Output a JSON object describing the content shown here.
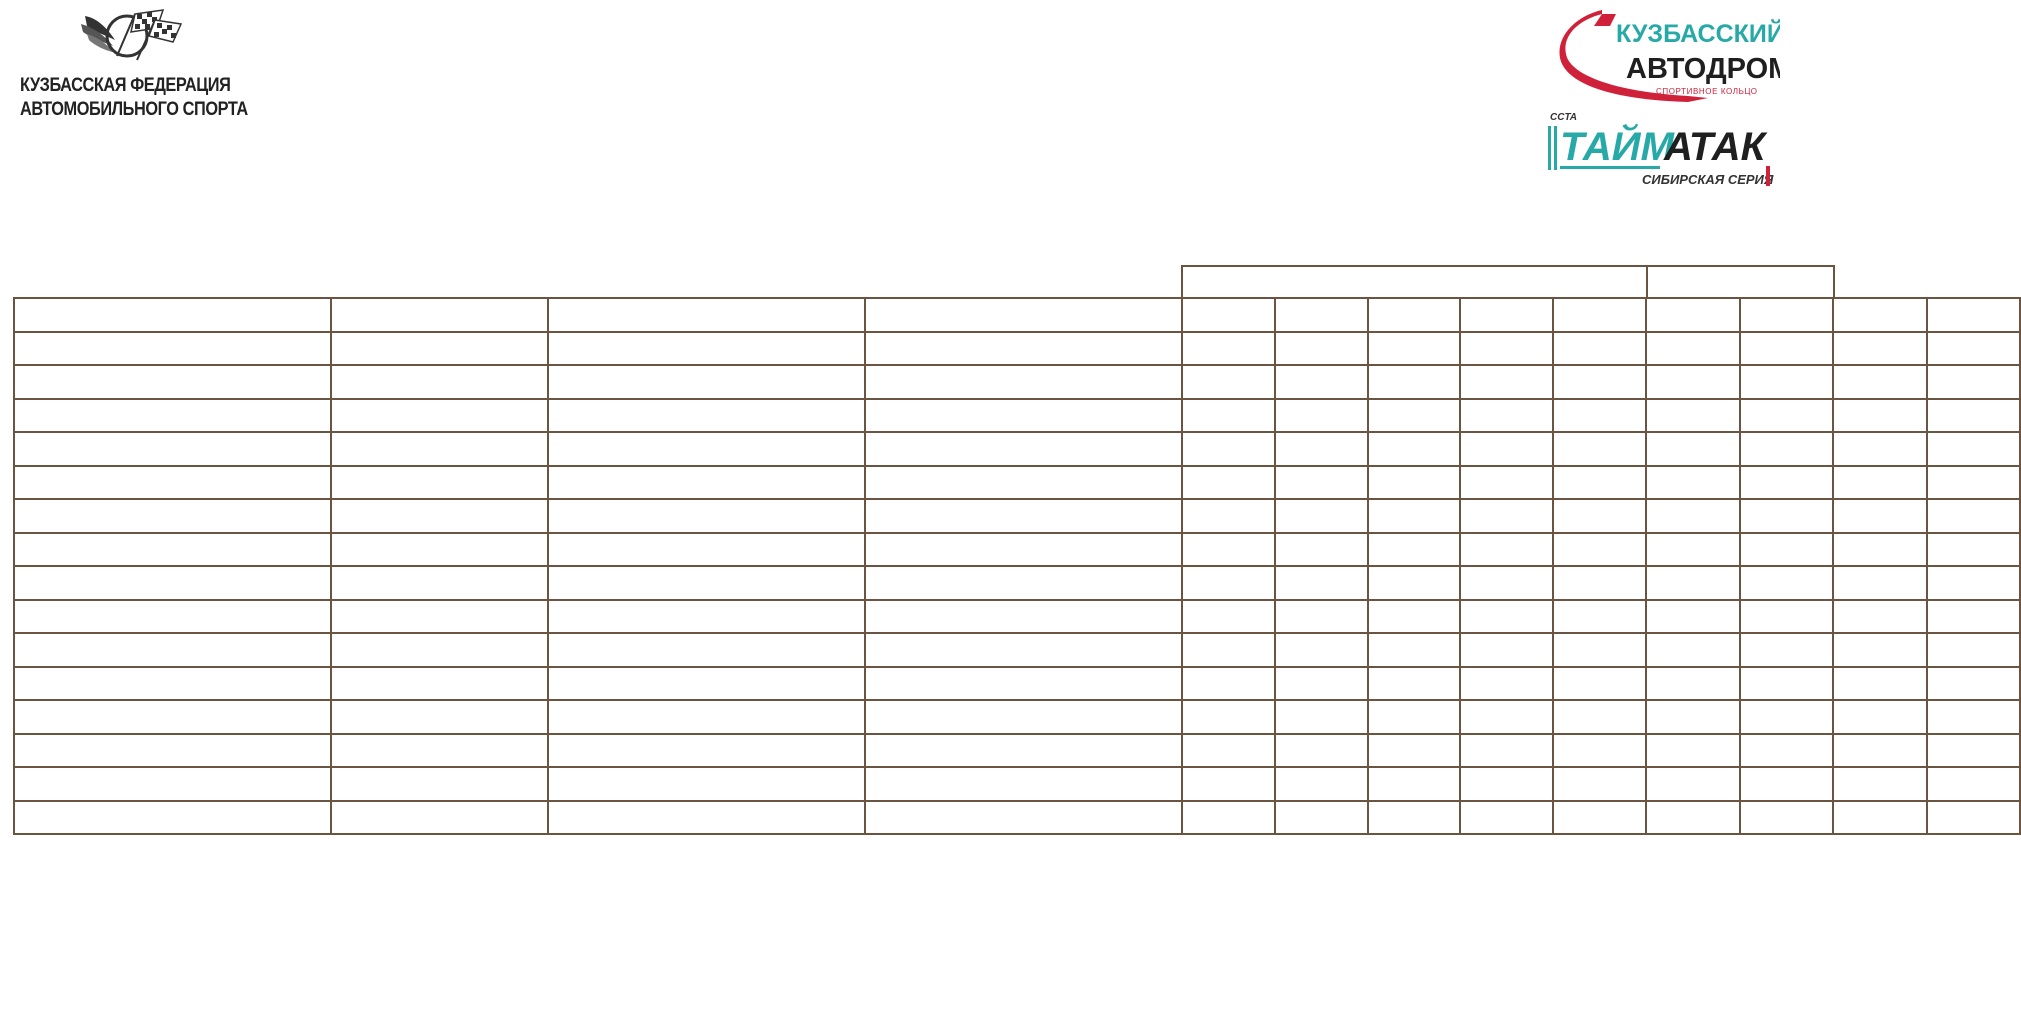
{
  "left_logo": {
    "icon": "checkered-flag-wings-emblem",
    "title_line1": "КУЗБАССКАЯ ФЕДЕРАЦИЯ",
    "title_line2": "АВТОМОБИЛЬНОГО СПОРТА"
  },
  "right_logo_top": {
    "line1": "КУЗБАССКИЙ",
    "line2": "АВТОДРОМ",
    "line3": "СПОРТИВНОЕ КОЛЬЦО",
    "colors": {
      "teal": "#27a9a8",
      "red": "#d0213a",
      "dark": "#1f1f1f"
    }
  },
  "right_logo_bottom": {
    "small": "CCTA",
    "word1": "ТАЙМ",
    "word2": "АТАК",
    "subtitle": "СИБИРСКАЯ СЕРИЯ"
  },
  "table": {
    "border_color": "#6b5540",
    "column_count": 13,
    "body_row_count": 16,
    "group_header_count": 2
  }
}
